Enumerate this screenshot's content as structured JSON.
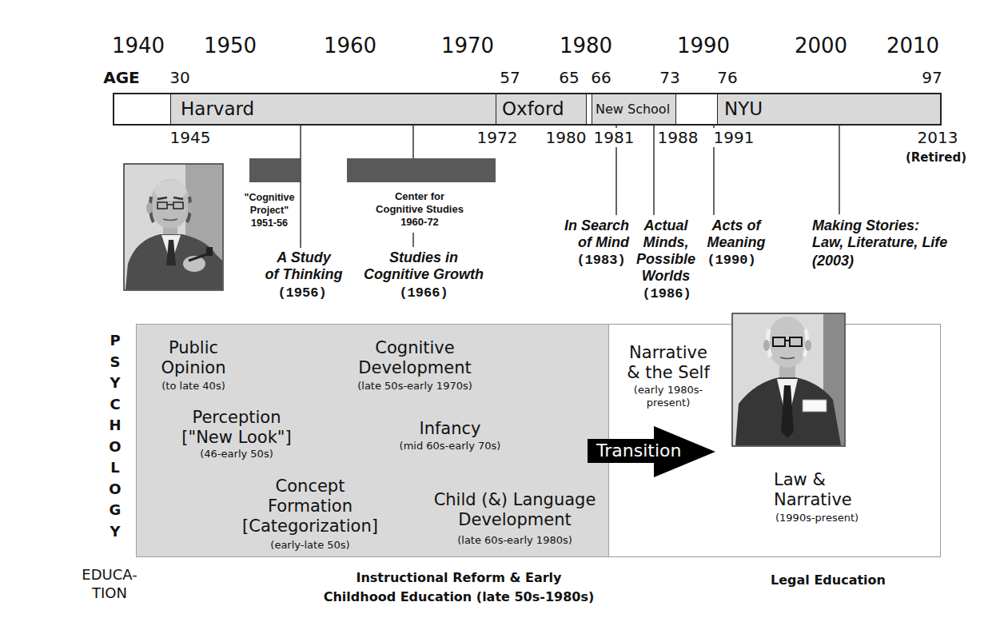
{
  "diagram": {
    "nodes": [
      {
        "text": [
          "Harvard"
        ]
      },
      {
        "text": [
          "Oxford"
        ]
      },
      {
        "text": [
          "New School"
        ]
      },
      {
        "text": [
          "NYU"
        ]
      },
      {
        "text": [
          "\"Cognitive Project\" 1951-56"
        ]
      },
      {
        "text": [
          "Center for Cognitive Studies 1960-72"
        ]
      },
      {
        "text": [
          "Public Opinion",
          "(to late 40s)",
          "Perception [\"New Look\"]",
          "(46-early 50s)",
          "Concept Formation [Categorization]",
          "(early-late 50s)",
          "Cognitive Development",
          "(late 50s-early 1970s)",
          "Infancy",
          "(mid 60s-early 70s)",
          "Child (&) Language Development",
          "(late 60s-early 1980s)"
        ]
      },
      {
        "text": [
          "Narrative & the Self",
          "(early 1980s- present)",
          "Law & Narrative",
          "(1990s-present)"
        ]
      },
      {
        "text": [
          "Transition"
        ]
      }
    ],
    "labels": [
      "1940",
      "1950",
      "1960",
      "1970",
      "1980",
      "1990",
      "2000",
      "2010",
      "AGE",
      "30",
      "57",
      "65",
      "66",
      "73",
      "76",
      "97",
      "1945",
      "1972",
      "1980",
      "1981",
      "1988",
      "1991",
      "2013",
      "(Retired)",
      "A Study of Thinking",
      "(1956)",
      "Studies in Cognitive Growth",
      "(1966)",
      "In Search of Mind",
      "(1983)",
      "Actual Minds, Possible Worlds",
      "(1986)",
      "Acts of Meaning",
      "(1990)",
      "Making Stories: Law, Literature, Life",
      "(2003)",
      "PSYCHOLOGY",
      "EDUCA- TION",
      "Instructional Reform & Early Childhood Education (late 50s-1980s)",
      "Legal Education"
    ]
  }
}
